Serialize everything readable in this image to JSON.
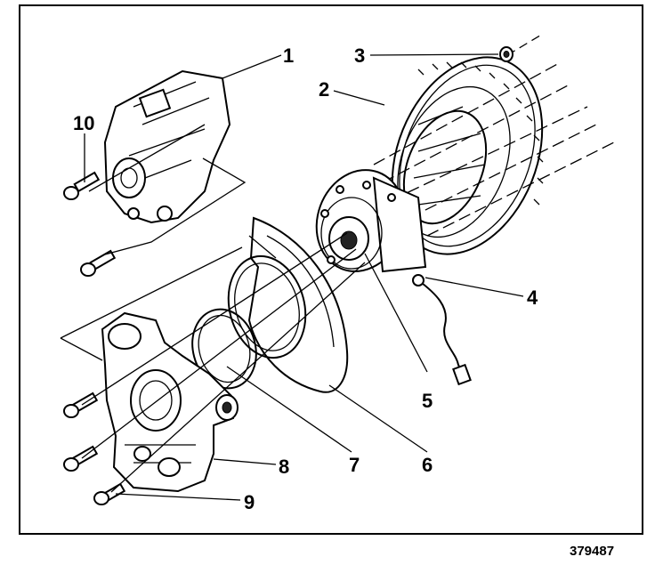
{
  "callouts": {
    "c1": "1",
    "c2": "2",
    "c3": "3",
    "c4": "4",
    "c5": "5",
    "c6": "6",
    "c7": "7",
    "c8": "8",
    "c9": "9",
    "c10": "10"
  },
  "figure_id": "379487"
}
